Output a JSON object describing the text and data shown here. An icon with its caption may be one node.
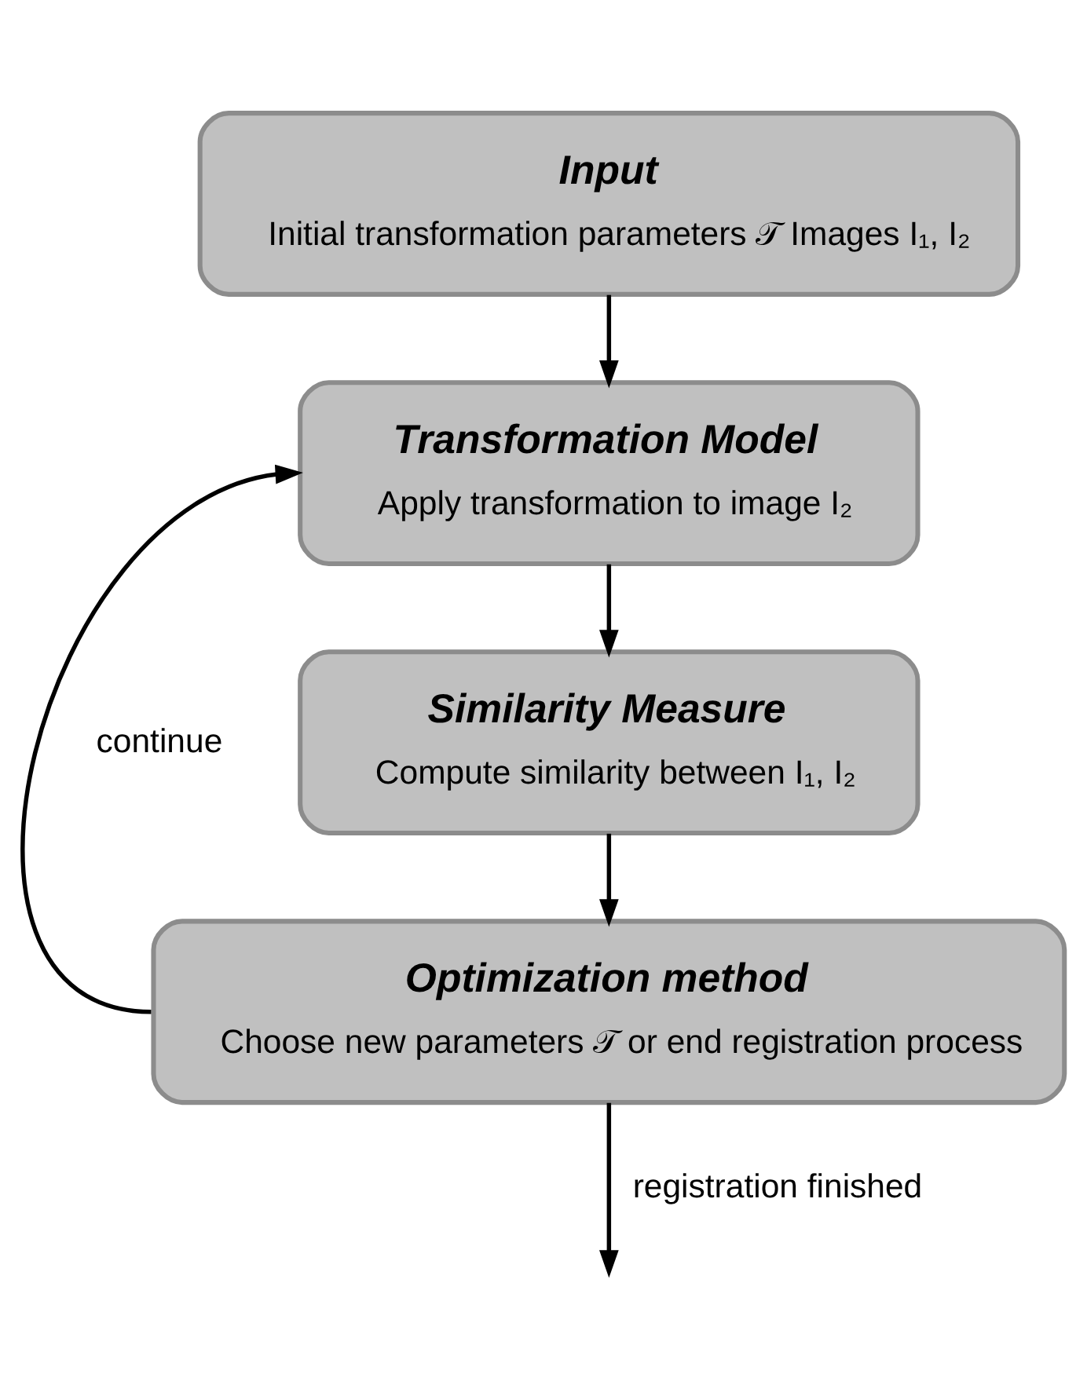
{
  "diagram": {
    "nodes": [
      {
        "text": [
          "Input",
          "Initial transformation parameters 𝒯 Images I₁, I₂"
        ]
      },
      {
        "text": [
          "Transformation Model",
          "Apply transformation to image I₂"
        ]
      },
      {
        "text": [
          "Similarity Measure",
          "Compute similarity between I₁, I₂"
        ]
      },
      {
        "text": [
          "Optimization method",
          "Choose new parameters 𝒯 or end registration process"
        ]
      }
    ],
    "edges": [
      {
        "from": 0,
        "to": 1,
        "arrow": "to"
      },
      {
        "from": 1,
        "to": 2,
        "arrow": "to"
      },
      {
        "from": 2,
        "to": 3,
        "arrow": "to"
      },
      {
        "from": 3,
        "to": 1,
        "arrow": "to",
        "label": "continue"
      },
      {
        "from": 3,
        "to": null,
        "arrow": "to",
        "label": "registration finished"
      }
    ]
  }
}
